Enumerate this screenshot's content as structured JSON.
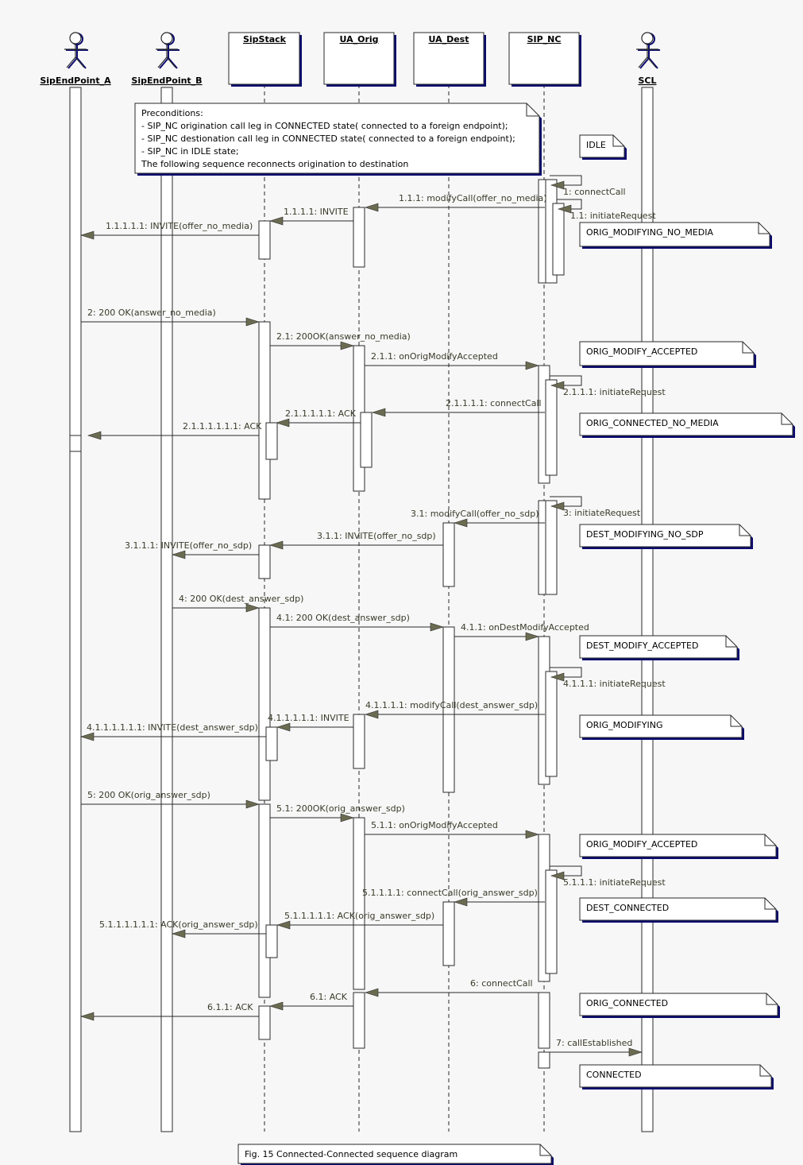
{
  "participants": [
    {
      "id": "A",
      "label": "SipEndPoint_A",
      "kind": "actor"
    },
    {
      "id": "B",
      "label": "SipEndPoint_B",
      "kind": "actor"
    },
    {
      "id": "SS",
      "label": "SipStack",
      "kind": "object"
    },
    {
      "id": "UO",
      "label": "UA_Orig",
      "kind": "object"
    },
    {
      "id": "UD",
      "label": "UA_Dest",
      "kind": "object"
    },
    {
      "id": "NC",
      "label": "SIP_NC",
      "kind": "object"
    },
    {
      "id": "SCL",
      "label": "SCL",
      "kind": "actor"
    }
  ],
  "preconditions": [
    "Preconditions:",
    "- SIP_NC origination call leg in CONNECTED state( connected to a foreign endpoint);",
    "- SIP_NC destionation call leg in CONNECTED state( connected to a foreign endpoint);",
    "- SIP_NC in IDLE state;",
    "The following sequence reconnects origination to destination"
  ],
  "messages": [
    {
      "label": "1: connectCall",
      "from": "NC",
      "to": "NC"
    },
    {
      "label": "1.1: initiateRequest",
      "from": "NC",
      "to": "NC"
    },
    {
      "label": "1.1.1: modifyCall(offer_no_media)",
      "from": "NC",
      "to": "UO"
    },
    {
      "label": "1.1.1.1: INVITE",
      "from": "UO",
      "to": "SS"
    },
    {
      "label": "1.1.1.1.1: INVITE(offer_no_media)",
      "from": "SS",
      "to": "A"
    },
    {
      "label": "2: 200 OK(answer_no_media)",
      "from": "A",
      "to": "SS"
    },
    {
      "label": "2.1: 200OK(answer_no_media)",
      "from": "SS",
      "to": "UO"
    },
    {
      "label": "2.1.1: onOrigModifyAccepted",
      "from": "UO",
      "to": "NC"
    },
    {
      "label": "2.1.1.1: initiateRequest",
      "from": "NC",
      "to": "NC"
    },
    {
      "label": "2.1.1.1.1: connectCall",
      "from": "NC",
      "to": "UO"
    },
    {
      "label": "2.1.1.1.1.1: ACK",
      "from": "UO",
      "to": "SS"
    },
    {
      "label": "2.1.1.1.1.1.1: ACK",
      "from": "SS",
      "to": "A"
    },
    {
      "label": "3: initiateRequest",
      "from": "NC",
      "to": "NC"
    },
    {
      "label": "3.1: modifyCall(offer_no_sdp)",
      "from": "NC",
      "to": "UD"
    },
    {
      "label": "3.1.1: INVITE(offer_no_sdp)",
      "from": "UD",
      "to": "SS"
    },
    {
      "label": "3.1.1.1: INVITE(offer_no_sdp)",
      "from": "SS",
      "to": "B"
    },
    {
      "label": "4: 200 OK(dest_answer_sdp)",
      "from": "B",
      "to": "SS"
    },
    {
      "label": "4.1: 200 OK(dest_answer_sdp)",
      "from": "SS",
      "to": "UD"
    },
    {
      "label": "4.1.1: onDestModifyAccepted",
      "from": "UD",
      "to": "NC"
    },
    {
      "label": "4.1.1.1: initiateRequest",
      "from": "NC",
      "to": "NC"
    },
    {
      "label": "4.1.1.1.1: modifyCall(dest_answer_sdp)",
      "from": "NC",
      "to": "UO"
    },
    {
      "label": "4.1.1.1.1.1: INVITE",
      "from": "UO",
      "to": "SS"
    },
    {
      "label": "4.1.1.1.1.1.1: INVITE(dest_answer_sdp)",
      "from": "SS",
      "to": "A"
    },
    {
      "label": "5: 200 OK(orig_answer_sdp)",
      "from": "A",
      "to": "SS"
    },
    {
      "label": "5.1: 200OK(orig_answer_sdp)",
      "from": "SS",
      "to": "UO"
    },
    {
      "label": "5.1.1: onOrigModifyAccepted",
      "from": "UO",
      "to": "NC"
    },
    {
      "label": "5.1.1.1: initiateRequest",
      "from": "NC",
      "to": "NC"
    },
    {
      "label": "5.1.1.1.1: connectCall(orig_answer_sdp)",
      "from": "NC",
      "to": "UD"
    },
    {
      "label": "5.1.1.1.1.1: ACK(orig_answer_sdp)",
      "from": "UD",
      "to": "SS"
    },
    {
      "label": "5.1.1.1.1.1.1: ACK(orig_answer_sdp)",
      "from": "SS",
      "to": "B"
    },
    {
      "label": "6: connectCall",
      "from": "NC",
      "to": "UO"
    },
    {
      "label": "6.1: ACK",
      "from": "UO",
      "to": "SS"
    },
    {
      "label": "6.1.1: ACK",
      "from": "SS",
      "to": "A"
    },
    {
      "label": "7: callEstablished",
      "from": "NC",
      "to": "SCL"
    }
  ],
  "states": [
    "IDLE",
    "ORIG_MODIFYING_NO_MEDIA",
    "ORIG_MODIFY_ACCEPTED",
    "ORIG_CONNECTED_NO_MEDIA",
    "DEST_MODIFYING_NO_SDP",
    "DEST_MODIFY_ACCEPTED",
    "ORIG_MODIFYING",
    "ORIG_MODIFY_ACCEPTED",
    "DEST_CONNECTED",
    "ORIG_CONNECTED",
    "CONNECTED"
  ],
  "caption": "Fig. 15 Connected-Connected sequence diagram",
  "colors": {
    "background": "#f7f7f7",
    "line": "#2a2a2a",
    "arrowhead": "#6b6b52",
    "text": "#3a3a2a",
    "noteShadow": "#0a0a6e",
    "box": "#ffffff"
  }
}
